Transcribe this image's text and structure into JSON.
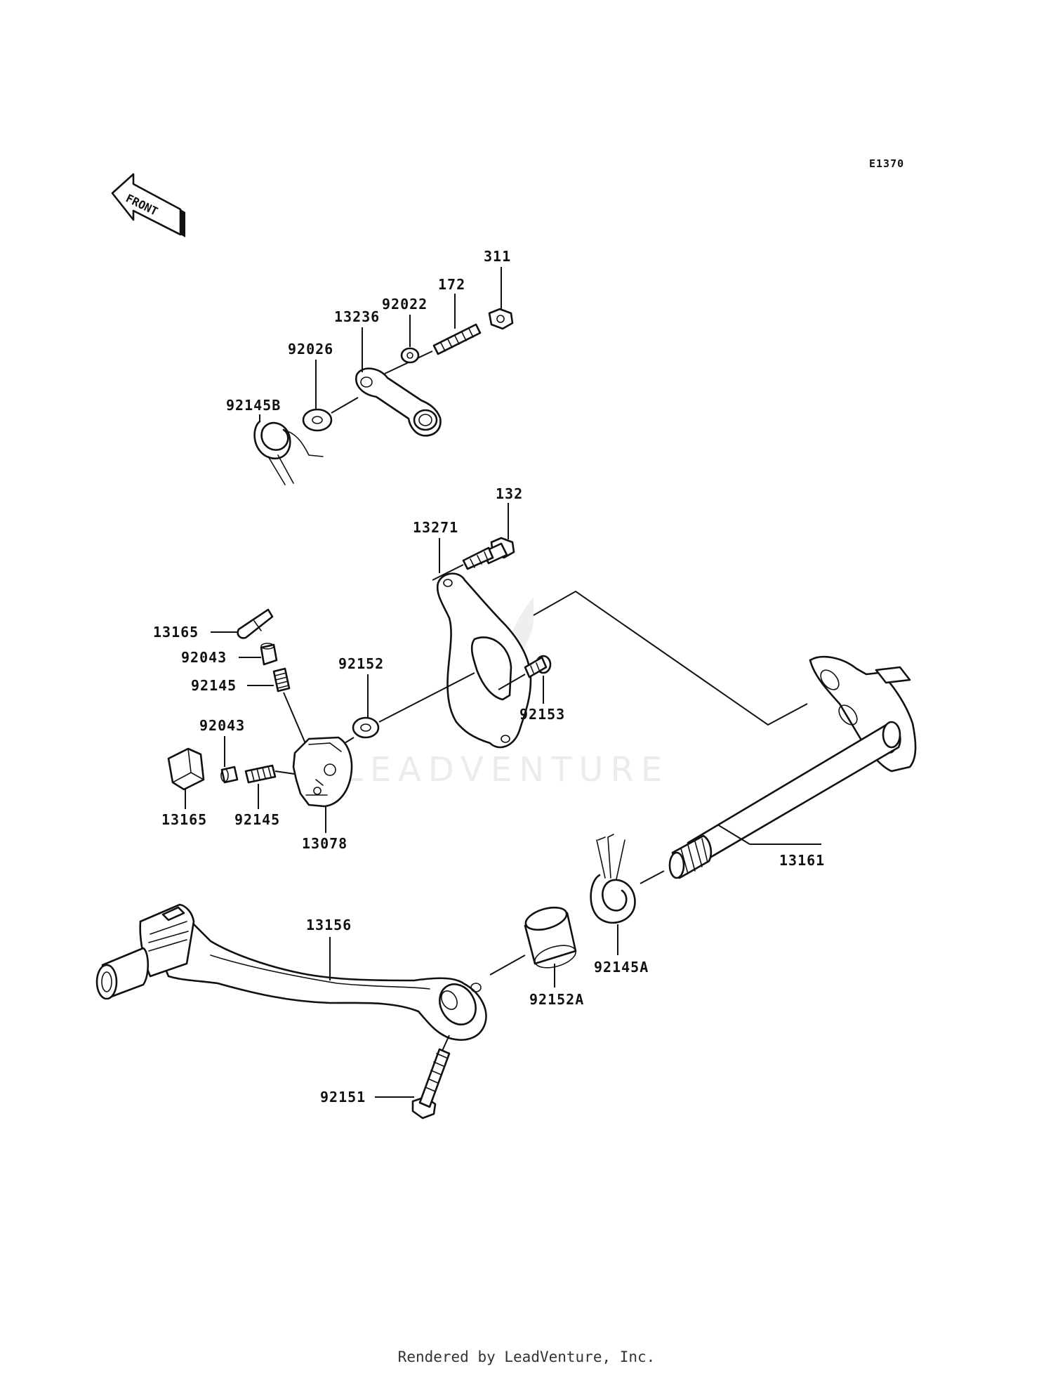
{
  "diagram_code": "E1370",
  "front_label": "FRONT",
  "watermark": "LEADVENTURE",
  "footer": "Rendered by LeadVenture, Inc.",
  "part_labels": {
    "p311": "311",
    "p172": "172",
    "p92022": "92022",
    "p13236": "13236",
    "p92026": "92026",
    "p92145B": "92145B",
    "p132": "132",
    "p13271": "13271",
    "p13165a": "13165",
    "p92043a": "92043",
    "p92145a": "92145",
    "p92152": "92152",
    "p92153": "92153",
    "p92043b": "92043",
    "p13165b": "13165",
    "p92145b": "92145",
    "p13078": "13078",
    "p13161": "13161",
    "p13156": "13156",
    "p92152A": "92152A",
    "p92145A": "92145A",
    "p92151": "92151"
  }
}
